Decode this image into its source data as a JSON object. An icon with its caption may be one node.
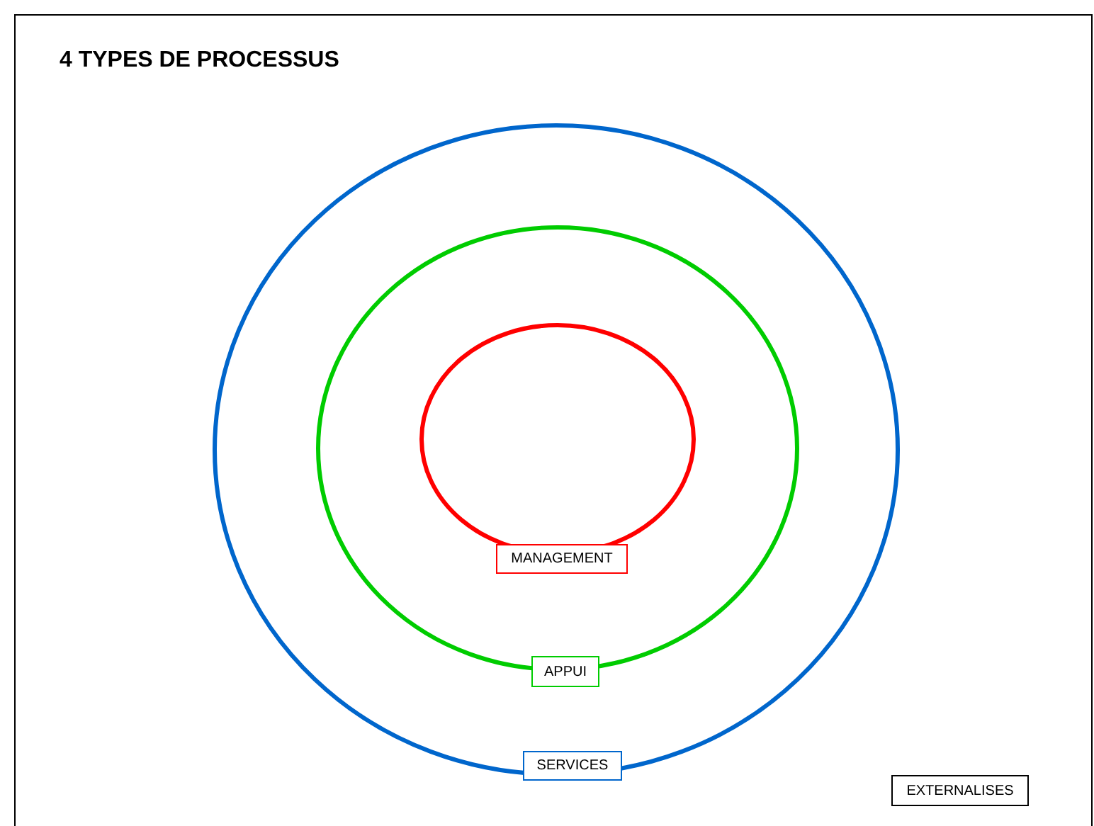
{
  "diagram": {
    "title": "4 TYPES DE PROCESSUS",
    "nodes": [
      {
        "text": [
          "SERVICES"
        ]
      },
      {
        "text": [
          "APPUI"
        ],
        "in": 0
      },
      {
        "text": [
          "MANAGEMENT"
        ],
        "in": 1
      },
      {
        "text": [
          "EXTERNALISES"
        ]
      }
    ]
  }
}
